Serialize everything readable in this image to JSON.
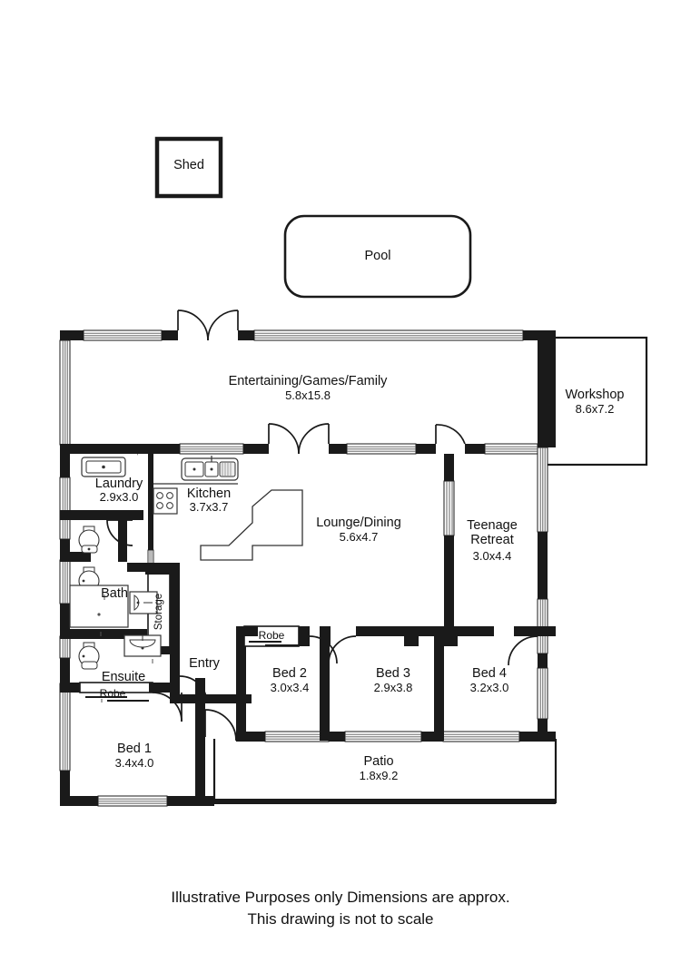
{
  "document": {
    "type": "residential-floor-plan",
    "caption_line1": "Illustrative Purposes only Dimensions are approx.",
    "caption_line2": "This drawing is not to scale"
  },
  "colors": {
    "wall": "#1a1a1a",
    "outline": "#1a1a1a",
    "background": "#ffffff",
    "window_fill": "#ffffff",
    "fixture_stroke": "#333333",
    "text": "#111111"
  },
  "outbuildings": [
    {
      "id": "shed",
      "name": "Shed",
      "dimensions": ""
    },
    {
      "id": "pool",
      "name": "Pool",
      "dimensions": ""
    },
    {
      "id": "workshop",
      "name": "Workshop",
      "dimensions": "8.6x7.2"
    }
  ],
  "rooms": [
    {
      "id": "entertaining",
      "name": "Entertaining/Games/Family",
      "dimensions": "5.8x15.8"
    },
    {
      "id": "laundry",
      "name": "Laundry",
      "dimensions": "2.9x3.0"
    },
    {
      "id": "kitchen",
      "name": "Kitchen",
      "dimensions": "3.7x3.7"
    },
    {
      "id": "lounge-dining",
      "name": "Lounge/Dining",
      "dimensions": "5.6x4.7"
    },
    {
      "id": "teenage-retreat",
      "name": "Teenage\nRetreat",
      "dimensions": "3.0x4.4"
    },
    {
      "id": "bath",
      "name": "Bath",
      "dimensions": ""
    },
    {
      "id": "storage",
      "name": "Storage",
      "dimensions": ""
    },
    {
      "id": "ensuite",
      "name": "Ensuite",
      "dimensions": ""
    },
    {
      "id": "entry",
      "name": "Entry",
      "dimensions": ""
    },
    {
      "id": "bed1",
      "name": "Bed 1",
      "dimensions": "3.4x4.0"
    },
    {
      "id": "bed2",
      "name": "Bed 2",
      "dimensions": "3.0x3.4"
    },
    {
      "id": "bed3",
      "name": "Bed 3",
      "dimensions": "2.9x3.8"
    },
    {
      "id": "bed4",
      "name": "Bed 4",
      "dimensions": "3.2x3.0"
    },
    {
      "id": "patio",
      "name": "Patio",
      "dimensions": "1.8x9.2"
    }
  ],
  "closets": [
    {
      "id": "robe-bed1",
      "name": "Robe"
    },
    {
      "id": "robe-bed2",
      "name": "Robe"
    }
  ],
  "fixtures": [
    {
      "id": "laundry-tub",
      "name": "laundry-trough"
    },
    {
      "id": "kitchen-sink",
      "name": "kitchen-sink"
    },
    {
      "id": "kitchen-stove",
      "name": "cooktop"
    },
    {
      "id": "kitchen-island",
      "name": "island-bench"
    },
    {
      "id": "wc-bath-upper",
      "name": "toilet"
    },
    {
      "id": "wc-bath-lower",
      "name": "toilet"
    },
    {
      "id": "wc-ensuite",
      "name": "toilet"
    },
    {
      "id": "basin-bath",
      "name": "basin"
    },
    {
      "id": "basin-ensuite",
      "name": "basin"
    },
    {
      "id": "bathtub",
      "name": "bath-tub"
    }
  ]
}
